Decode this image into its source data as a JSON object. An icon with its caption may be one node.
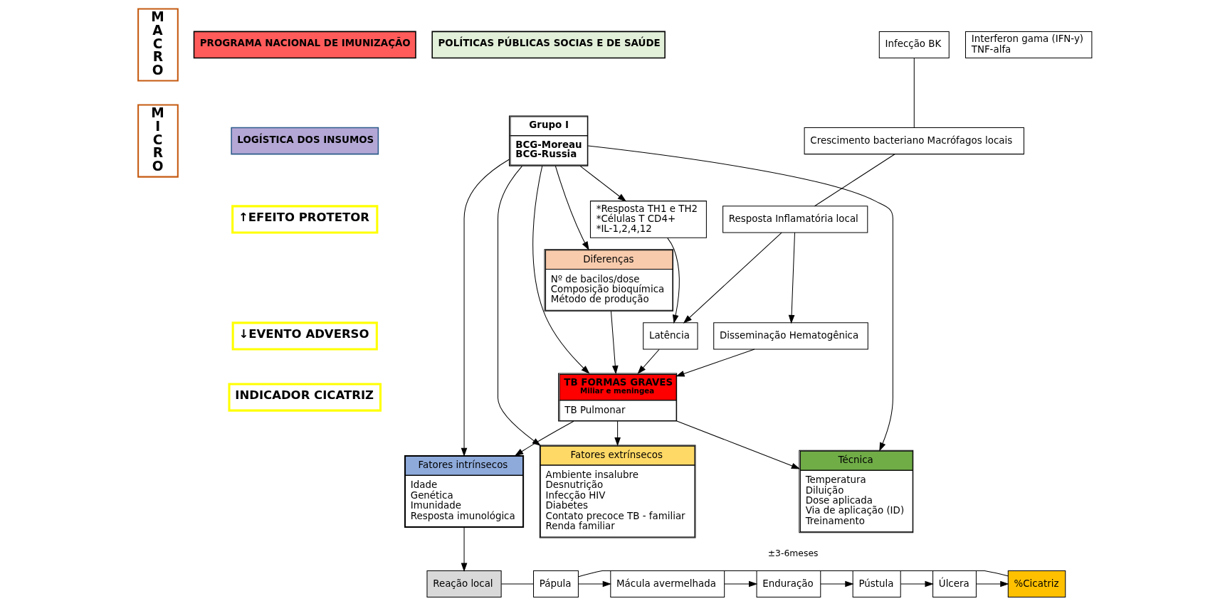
{
  "diagram": {
    "nodes": [
      {
        "text": [
          "M A C R O"
        ]
      },
      {
        "text": [
          "M I C R O"
        ]
      },
      {
        "text": [
          "PROGRAMA NACIONAL DE IMUNIZAÇÃO"
        ]
      },
      {
        "text": [
          "POLÍTICAS PÚBLICAS SOCIAS E DE SAÚDE"
        ]
      },
      {
        "text": [
          "LOGÍSTICA DOS INSUMOS"
        ]
      },
      {
        "text": [
          "↑EFEITO PROTETOR"
        ]
      },
      {
        "text": [
          "↓EVENTO ADVERSO"
        ]
      },
      {
        "text": [
          "INDICADOR CICATRIZ"
        ]
      },
      {
        "text": [
          "Grupo I",
          "BCG-Moreau",
          "BCG-Russia"
        ]
      },
      {
        "text": [
          "Diferenças",
          "Nº de bacilos/dose",
          "Composição bioquímica",
          "Método de produção"
        ]
      },
      {
        "text": [
          "TB FORMAS GRAVES",
          "Miliar e meningea",
          "TB Pulmonar"
        ]
      },
      {
        "text": [
          "*Resposta TH1 e TH2",
          "*Células T CD4+",
          "*IL-1,2,4,12"
        ]
      },
      {
        "text": [
          "Interferon gama (IFN-y)",
          "TNF-alfa"
        ]
      },
      {
        "text": [
          "Infecção BK"
        ]
      },
      {
        "text": [
          "Crescimento bacteriano Macrófagos locais"
        ]
      },
      {
        "text": [
          "Resposta Inflamatória local"
        ]
      },
      {
        "text": [
          "Latência"
        ]
      },
      {
        "text": [
          "Disseminação Hematogênica"
        ]
      },
      {
        "text": [
          "Fatores intrínsecos",
          "Idade",
          "Genética",
          "Imunidade",
          "Resposta imunológica"
        ]
      },
      {
        "text": [
          "Técnica",
          "Temperatura",
          "Diluição",
          "Dose aplicada",
          "Via de aplicação (ID)",
          "Treinamento"
        ]
      },
      {
        "text": [
          "Fatores extrínsecos",
          "Ambiente insalubre",
          "Desnutrição",
          "Infecção HIV",
          "Diabetes",
          "Contato precoce TB - familiar",
          "Renda familiar"
        ]
      },
      {
        "text": [
          "Reação local"
        ]
      },
      {
        "text": [
          "Pápula"
        ]
      },
      {
        "text": [
          "Mácula avermelhada"
        ]
      },
      {
        "text": [
          "Enduração"
        ]
      },
      {
        "text": [
          "Pústula"
        ]
      },
      {
        "text": [
          "Úlcera"
        ]
      },
      {
        "text": [
          "%Cicatriz"
        ]
      }
    ],
    "edges": [
      {
        "from": 8,
        "to": 9,
        "arrow": "to"
      },
      {
        "from": 8,
        "to": 11,
        "arrow": "to"
      },
      {
        "from": 8,
        "to": 10,
        "arrow": "to"
      },
      {
        "from": 8,
        "to": 18,
        "arrow": "to"
      },
      {
        "from": 8,
        "to": 19,
        "arrow": "to"
      },
      {
        "from": 8,
        "to": 20,
        "arrow": "to"
      },
      {
        "from": 10,
        "to": 18,
        "arrow": "to"
      },
      {
        "from": 10,
        "to": 19,
        "arrow": "to"
      },
      {
        "from": 10,
        "to": 20,
        "arrow": "to"
      },
      {
        "from": 11,
        "to": 16,
        "arrow": "to"
      },
      {
        "from": 13,
        "to": 14,
        "arrow": "none"
      },
      {
        "from": 14,
        "to": 15,
        "arrow": "none"
      },
      {
        "from": 15,
        "to": 16,
        "arrow": "to"
      },
      {
        "from": 15,
        "to": 17,
        "arrow": "to"
      },
      {
        "from": 9,
        "to": 10,
        "arrow": "to"
      },
      {
        "from": 16,
        "to": 10,
        "arrow": "to"
      },
      {
        "from": 17,
        "to": 10,
        "arrow": "to"
      },
      {
        "from": 18,
        "to": 21,
        "arrow": "to"
      },
      {
        "from": 21,
        "to": 22,
        "arrow": "none"
      },
      {
        "from": 22,
        "to": 23,
        "arrow": "to"
      },
      {
        "from": 23,
        "to": 24,
        "arrow": "to"
      },
      {
        "from": 24,
        "to": 25,
        "arrow": "to"
      },
      {
        "from": 25,
        "to": 26,
        "arrow": "to"
      },
      {
        "from": 26,
        "to": 27,
        "arrow": "to"
      },
      {
        "from": 22,
        "to": 27,
        "arrow": "none",
        "label": "±3-6meses"
      }
    ]
  }
}
